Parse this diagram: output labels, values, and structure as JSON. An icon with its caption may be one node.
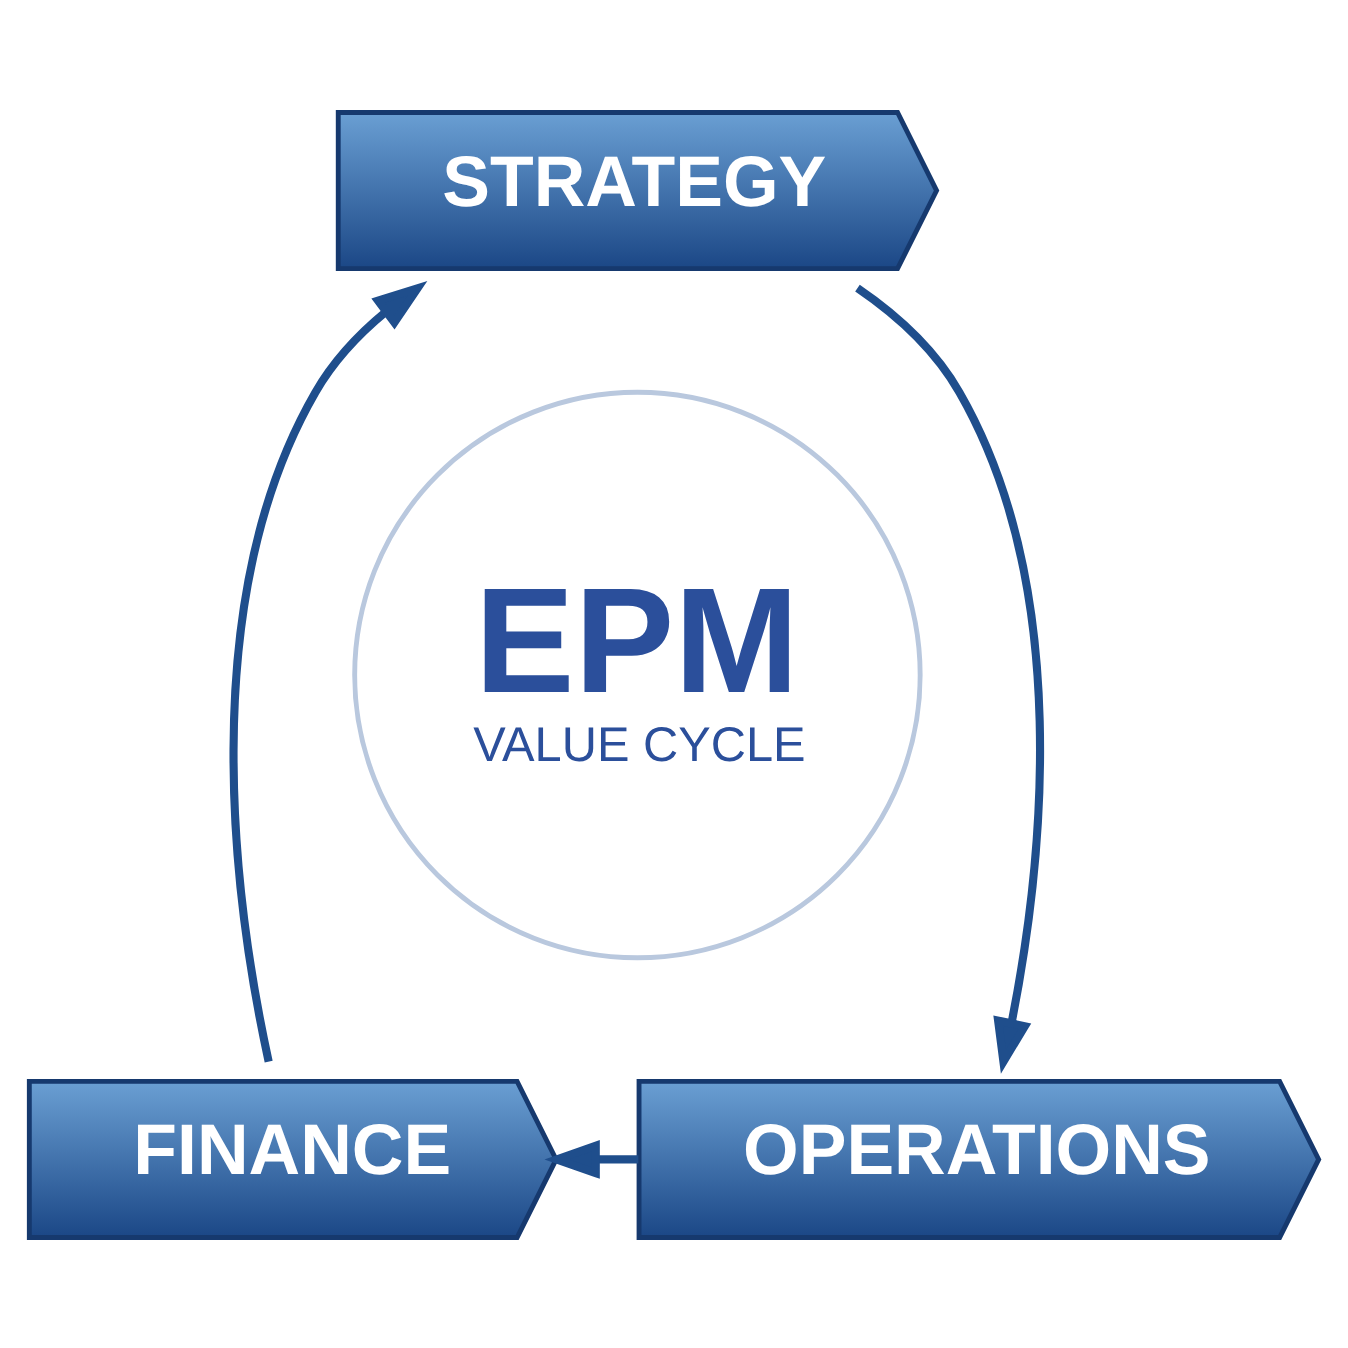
{
  "diagram": {
    "nodes": [
      {
        "text": [
          "STRATEGY"
        ]
      },
      {
        "text": [
          "OPERATIONS"
        ]
      },
      {
        "text": [
          "FINANCE"
        ]
      },
      {
        "text": [
          "EPM",
          "VALUE CYCLE"
        ]
      }
    ],
    "edges": [
      {
        "from": 0,
        "to": 1,
        "arrow": "to"
      },
      {
        "from": 1,
        "to": 2,
        "arrow": "to"
      },
      {
        "from": 2,
        "to": 0,
        "arrow": "to"
      }
    ]
  }
}
